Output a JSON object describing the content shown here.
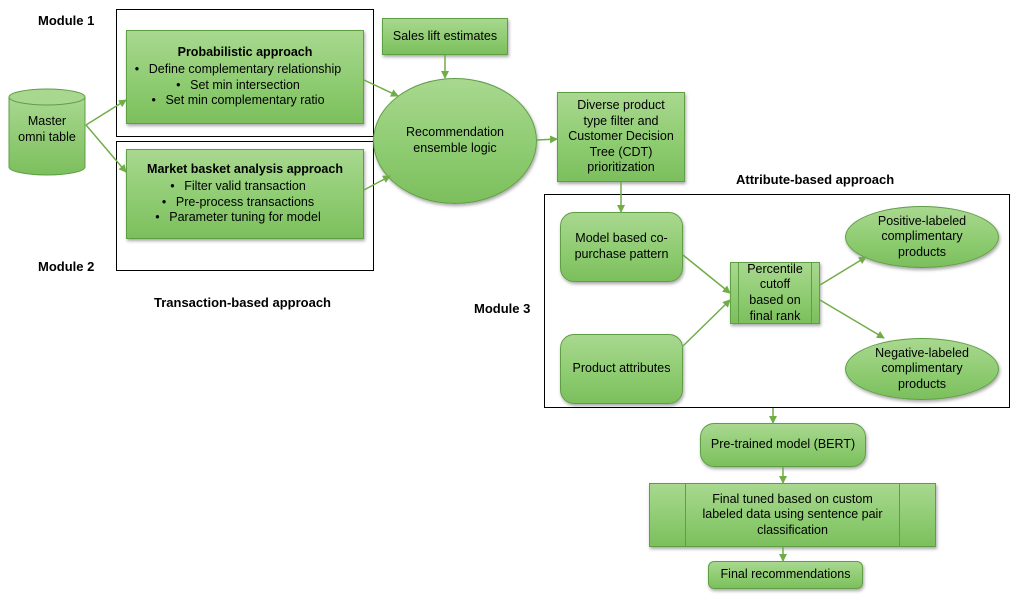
{
  "colors": {
    "node_fill": "#8fcc72",
    "node_border": "#5f9e45",
    "arrow": "#70ad47",
    "frame": "#000000"
  },
  "labels": {
    "module1": "Module 1",
    "module2": "Module 2",
    "module3": "Module 3",
    "transaction_based": "Transaction-based approach",
    "attribute_based": "Attribute-based approach"
  },
  "nodes": {
    "master_table": "Master omni table",
    "probabilistic": {
      "title": "Probabilistic approach",
      "items": [
        "Define complementary relationship",
        "Set min intersection",
        "Set min complementary ratio"
      ]
    },
    "market_basket": {
      "title": "Market basket analysis approach",
      "items": [
        "Filter valid transaction",
        "Pre-process transactions",
        "Parameter tuning for model"
      ]
    },
    "sales_lift": "Sales lift estimates",
    "ensemble": "Recommendation ensemble logic",
    "diverse_filter": "Diverse product type filter and Customer Decision Tree (CDT) prioritization",
    "copurchase": "Model based co-purchase pattern",
    "product_attributes": "Product attributes",
    "percentile": "Percentile cutoff based on final rank",
    "positive": "Positive-labeled complimentary products",
    "negative": "Negative-labeled complimentary products",
    "bert": "Pre-trained model (BERT)",
    "final_tuned": "Final tuned based on custom labeled data using sentence pair classification",
    "final_recs": "Final recommendations"
  }
}
